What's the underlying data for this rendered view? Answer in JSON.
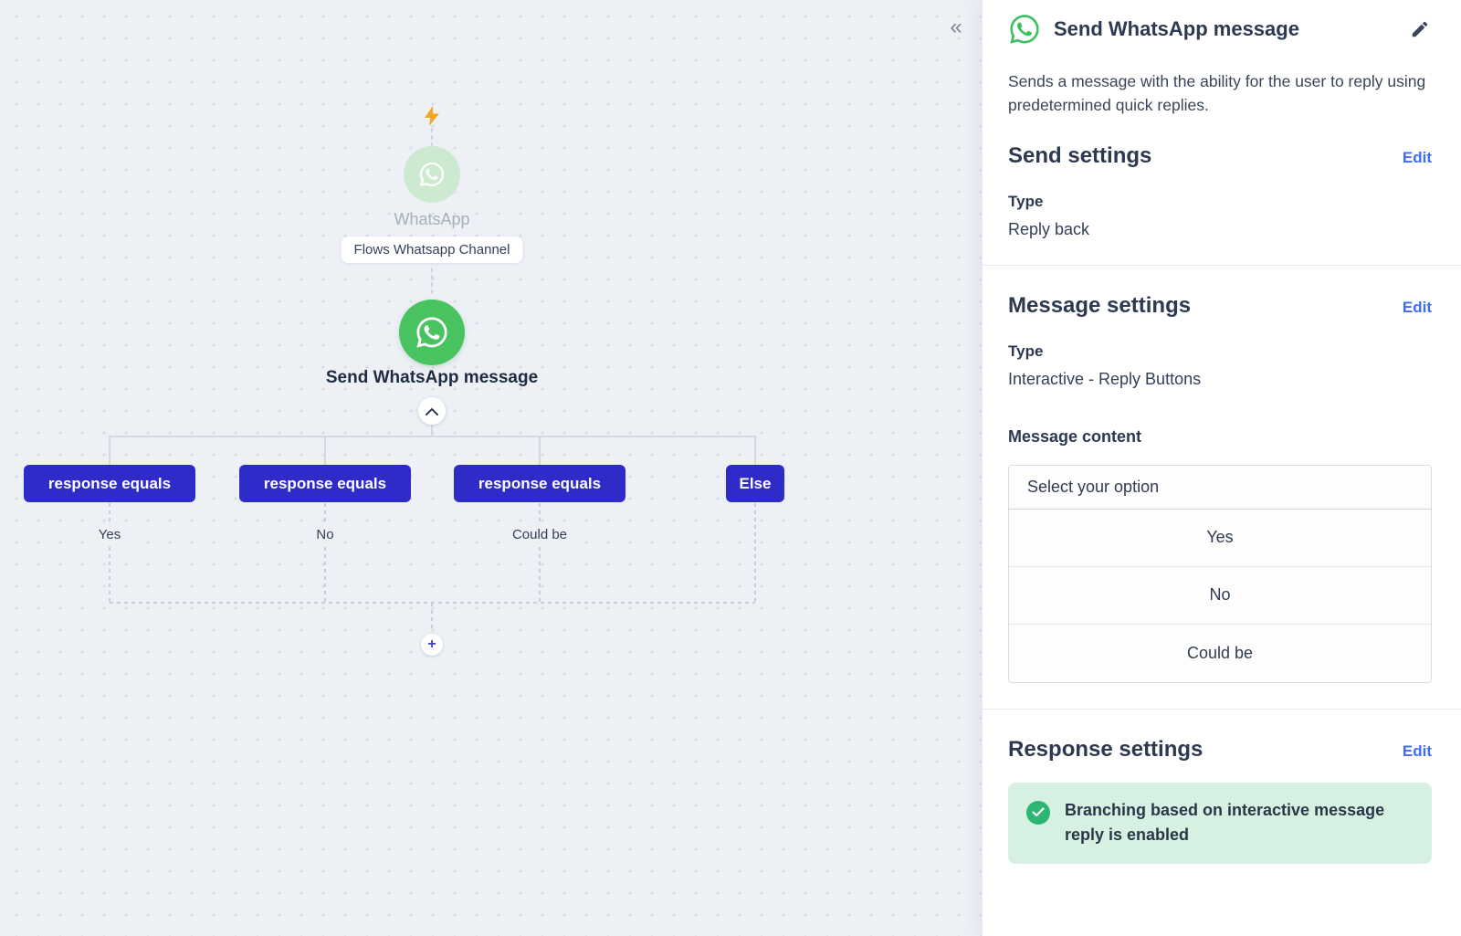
{
  "canvas": {
    "collapse_glyph": "«",
    "trigger": {
      "label": "WhatsApp",
      "channel": "Flows Whatsapp Channel"
    },
    "action": {
      "label": "Send WhatsApp message"
    },
    "branches": [
      {
        "label": "response equals",
        "value": "Yes"
      },
      {
        "label": "response equals",
        "value": "No"
      },
      {
        "label": "response equals",
        "value": "Could be"
      },
      {
        "label": "Else",
        "value": ""
      }
    ],
    "add_label": "+"
  },
  "panel": {
    "title": "Send WhatsApp message",
    "description": "Sends a message with the ability for the user to reply using predetermined quick replies.",
    "send_settings": {
      "title": "Send settings",
      "edit": "Edit",
      "type_label": "Type",
      "type_value": "Reply back"
    },
    "message_settings": {
      "title": "Message settings",
      "edit": "Edit",
      "type_label": "Type",
      "type_value": "Interactive - Reply Buttons",
      "content_label": "Message content",
      "select_header": "Select your option",
      "options": [
        "Yes",
        "No",
        "Could be"
      ]
    },
    "response_settings": {
      "title": "Response settings",
      "edit": "Edit",
      "banner": "Branching based on interactive message reply is enabled"
    }
  },
  "colors": {
    "branch_pill": "#2f2bc8",
    "whatsapp_green": "#49c35f",
    "whatsapp_green_pale": "#cdead1",
    "edit_link": "#3e6df6",
    "success_bg": "#d6f1e1",
    "success_icon": "#2bb673",
    "canvas_bg": "#edf1f6"
  }
}
